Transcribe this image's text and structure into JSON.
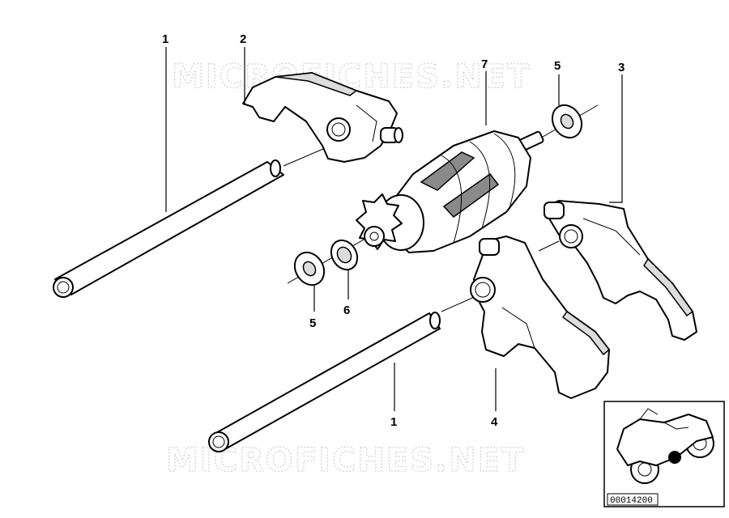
{
  "watermark": {
    "text": "MICROFICHES.NET"
  },
  "callouts": {
    "shaft_top": "1",
    "fork_2": "2",
    "fork_3": "3",
    "washer_top": "5",
    "drum": "7",
    "washer_bottom": "5",
    "spacer": "6",
    "shaft_bottom": "1",
    "fork_4": "4"
  },
  "inset": {
    "code": "00014200"
  }
}
